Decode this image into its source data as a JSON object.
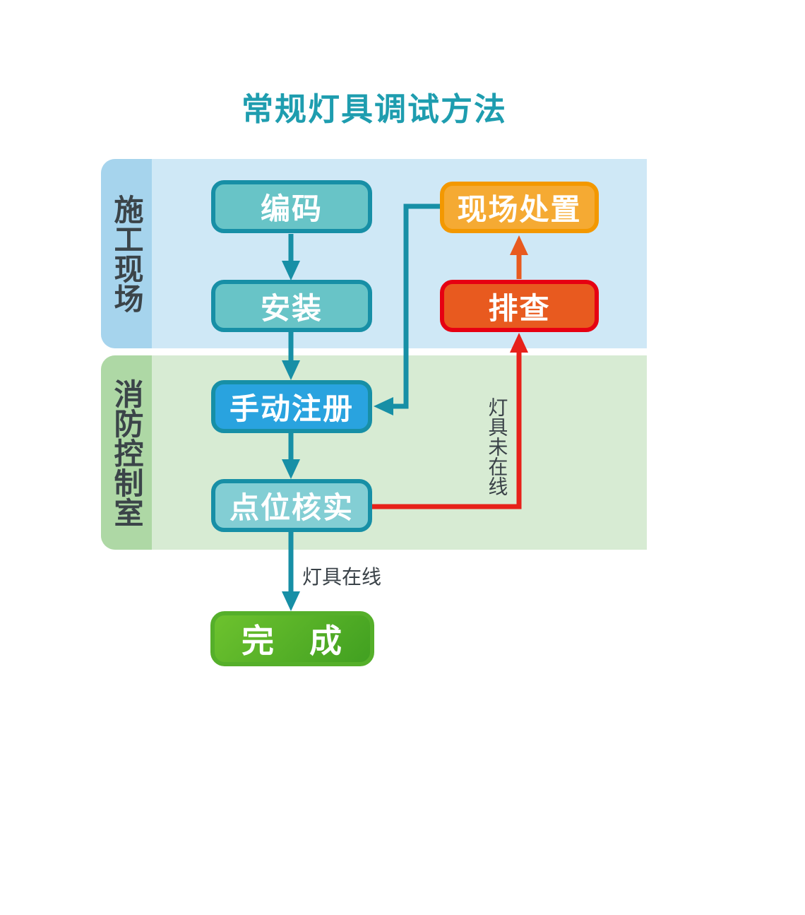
{
  "title": "常规灯具调试方法",
  "lanes": [
    {
      "id": "construction-site",
      "label": "施工现场"
    },
    {
      "id": "fire-control-room",
      "label": "消防控制室"
    }
  ],
  "nodes": {
    "encode": {
      "label": "编码"
    },
    "install": {
      "label": "安装"
    },
    "onsite_handling": {
      "label": "现场处置"
    },
    "troubleshoot": {
      "label": "排查"
    },
    "manual_register": {
      "label": "手动注册"
    },
    "point_verify": {
      "label": "点位核实"
    },
    "done": {
      "label": "完　成"
    }
  },
  "edge_labels": {
    "online": "灯具在线",
    "offline": "灯具未在线"
  },
  "flow": [
    "编码 → 安装",
    "安装 → 手动注册",
    "手动注册 → 点位核实",
    "点位核实 →(灯具在线)→ 完成",
    "点位核实 →(灯具未在线)→ 排查",
    "排查 → 现场处置",
    "现场处置 → 手动注册"
  ],
  "colors": {
    "background": "#ffffff",
    "title": "#1e9daf",
    "lane1_strip": "#a6d4ed",
    "lane1_body": "#cfe8f6",
    "lane2_strip": "#aed8a5",
    "lane2_body": "#d7ebd3",
    "lane_label": "#3b4449",
    "teal_fill": "#68c4c7",
    "teal_border": "#178fa6",
    "blue_fill": "#29a3df",
    "lightteal_fill": "#83ced4",
    "orange_fill": "#f5aa33",
    "orange_border": "#f39800",
    "redorange_fill": "#e85a1f",
    "red_border": "#e60012",
    "arrow_red": "#e7211a",
    "green_fill_from": "#6dc22e",
    "green_fill_to": "#41a021",
    "green_border": "#55af2a",
    "edge_label": "#3a4248"
  }
}
